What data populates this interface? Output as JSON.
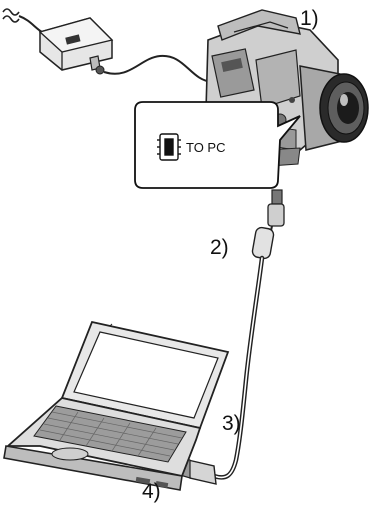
{
  "steps": {
    "step1": "1)",
    "step2": "2)",
    "step3": "3)",
    "step4": "4)"
  },
  "callout": {
    "port_label": "TO PC"
  },
  "icons": {
    "ac_plug": "ac-waveform-icon",
    "ac_adaptor": "ac-adaptor-icon",
    "camcorder": "camcorder-icon",
    "usb_port": "usb-port-icon",
    "usb_cable": "usb-cable-icon",
    "laptop": "laptop-icon"
  }
}
